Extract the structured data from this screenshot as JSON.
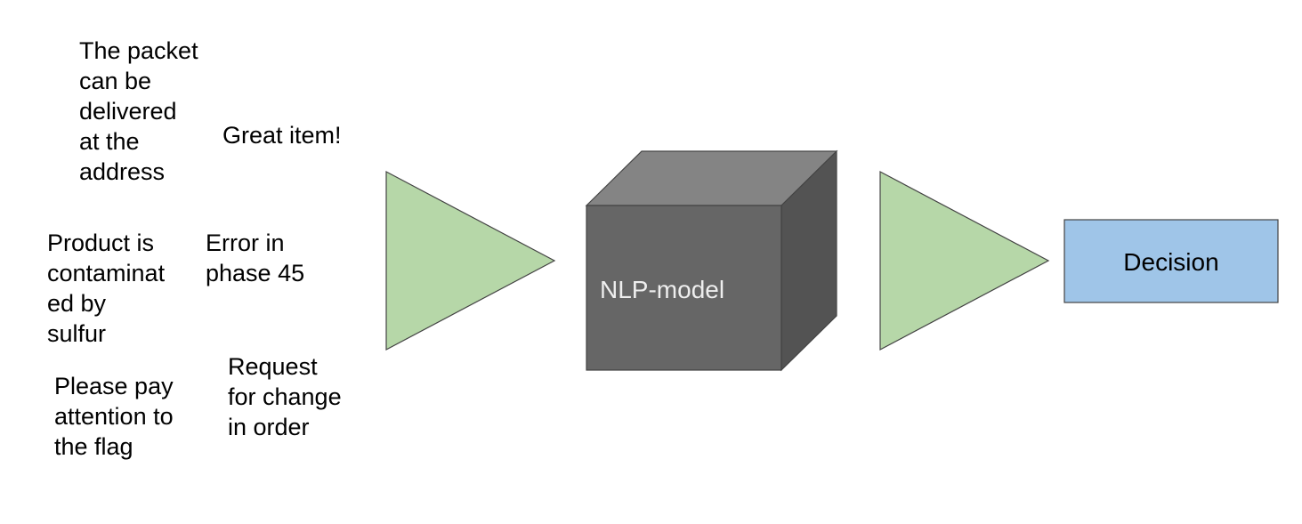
{
  "input_messages": [
    "The packet\ncan be\ndelivered\nat the\naddress",
    "Great item!",
    "Product is\ncontaminat\ned by\nsulfur",
    "Error in\nphase 45",
    "Request\nfor change\nin order",
    "Please pay\nattention to\nthe flag"
  ],
  "model": {
    "label": "NLP-model",
    "colors": {
      "front": "#666666",
      "top": "#848484",
      "side": "#535353"
    }
  },
  "arrows": {
    "color": "#b6d7a8"
  },
  "output": {
    "label": "Decision",
    "color": "#9fc5e8"
  }
}
